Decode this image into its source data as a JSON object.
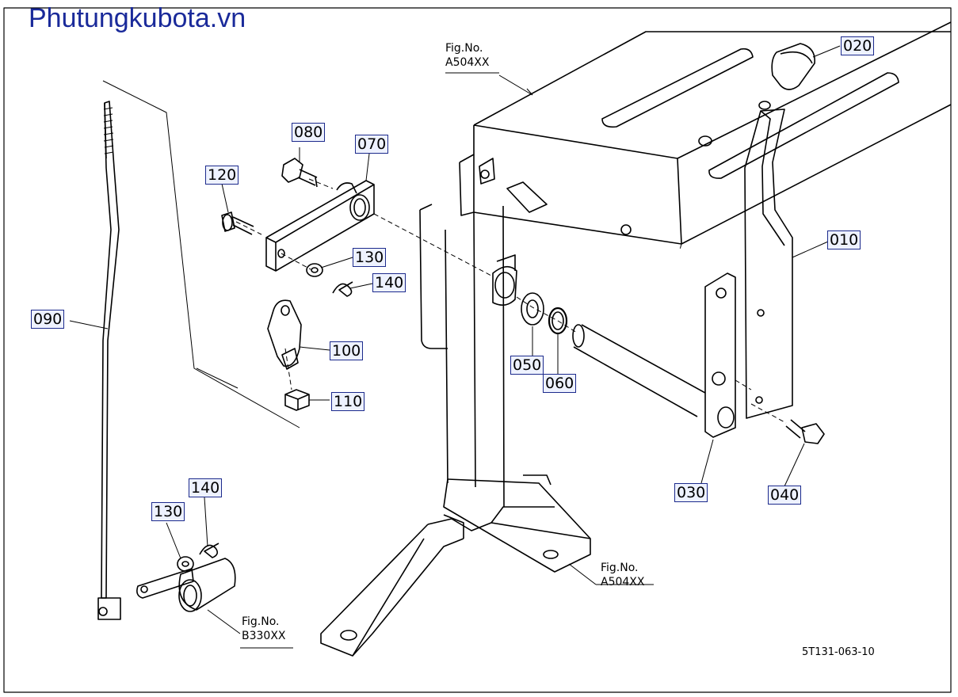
{
  "watermark": "Phutungkubota.vn",
  "drawing_code": "5T131-063-10",
  "parts": {
    "p010": "010",
    "p020": "020",
    "p030": "030",
    "p040": "040",
    "p050": "050",
    "p060": "060",
    "p070": "070",
    "p080": "080",
    "p090": "090",
    "p100": "100",
    "p110": "110",
    "p120": "120",
    "p130a": "130",
    "p140a": "140",
    "p130b": "130",
    "p140b": "140"
  },
  "refs": {
    "top": {
      "line1": "Fig.No.",
      "line2": "A504XX"
    },
    "bottom_right": {
      "line1": "Fig.No.",
      "line2": "A504XX"
    },
    "bottom_left": {
      "line1": "Fig.No.",
      "line2": "B330XX"
    }
  },
  "colors": {
    "brand": "#1a2a9a",
    "label_border": "#1c2a8c",
    "label_fill": "#eef2ff"
  }
}
